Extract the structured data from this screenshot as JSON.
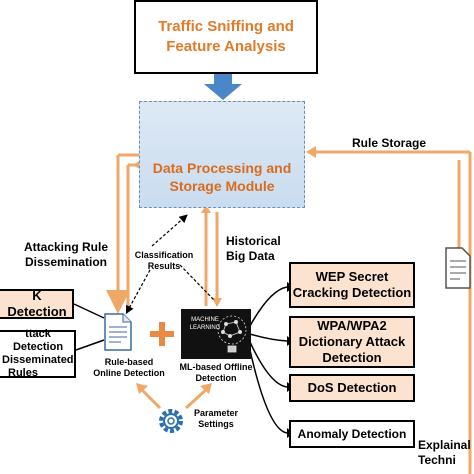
{
  "title_box": {
    "line1": "Traffic Sniffing and",
    "line2": "Feature Analysis"
  },
  "data_processing": {
    "line1": "Data Processing and",
    "line2": "Storage Module"
  },
  "labels": {
    "rule_storage": "Rule Storage",
    "attacking_rule_line1": "Attacking Rule",
    "attacking_rule_line2": "Dissemination",
    "classification_line1": "Classification",
    "classification_line2": "Results",
    "historical_line1": "Historical",
    "historical_line2": "Big Data",
    "rule_based_line1": "Rule-based",
    "rule_based_line2": "Online Detection",
    "ml_based_line1": "ML-based Offline",
    "ml_based_line2": "Detection",
    "parameter_line1": "Parameter",
    "parameter_line2": "Settings",
    "explain_line1": "Explainal",
    "explain_line2": "Techni",
    "machine_learning_line1": "MACHINE",
    "machine_learning_line2": "LEARNING",
    "plus": "+"
  },
  "left_boxes": {
    "k_detection": "K Detection",
    "attack_line1": "ttack Detection",
    "attack_line2": "Disseminated",
    "attack_line3": "Rules"
  },
  "right_boxes": {
    "wep_line1": "WEP Secret",
    "wep_line2": "Cracking Detection",
    "wpa_line1": "WPA/WPA2",
    "wpa_line2": "Dictionary Attack",
    "wpa_line3": "Detection",
    "dos": "DoS Detection",
    "anomaly": "Anomaly Detection"
  },
  "colors": {
    "orange_text": "#e07b2a",
    "arrow_orange": "#f0a868",
    "arrow_blue": "#4a86c8",
    "box_fill": "#fbe3cf",
    "module_fill": "#dde9f5"
  },
  "icons": [
    "server-icon",
    "document-icon",
    "machine-learning-icon",
    "gear-icon",
    "plus-icon"
  ]
}
